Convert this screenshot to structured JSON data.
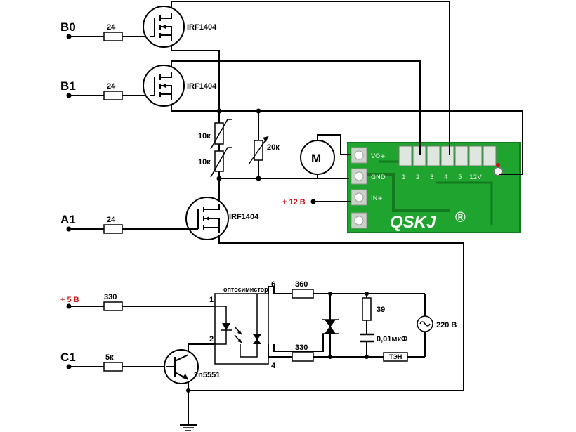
{
  "inputs": {
    "b0": "B0",
    "b1": "B1",
    "a1": "A1",
    "c1": "C1",
    "v5": "+ 5 В",
    "v12": "+ 12 В"
  },
  "resistors": {
    "r_b0": "24",
    "r_b1": "24",
    "r_a1": "24",
    "r_5v": "330",
    "r_c1": "5к",
    "r_10k_top": "10к",
    "r_10k_bottom": "10к",
    "r_20k": "20к",
    "r_360": "360",
    "r_330": "330",
    "r_39": "39"
  },
  "transistors": {
    "q_b0": "IRF1404",
    "q_b1": "IRF1404",
    "q_a1": "IRF1404",
    "q_c1": "2n5551"
  },
  "optocoupler": {
    "label": "оптосимистор",
    "pin1": "1",
    "pin2": "2",
    "pin4": "4",
    "pin6": "6"
  },
  "components": {
    "motor": "M",
    "capacitor": "0,01мкФ",
    "mains": "220 В",
    "heater": "ТЭН"
  },
  "board": {
    "logo": "QSKJ",
    "registered": "®",
    "pad_labels": [
      "VO+",
      "GND",
      "IN+"
    ],
    "top_pads": [
      "1",
      "2",
      "3",
      "4",
      "5",
      "12V"
    ]
  },
  "colors": {
    "wire": "#000000",
    "label_red": "#cc1111",
    "pcb_green": "#1fa52f",
    "pcb_edge": "#137a1f"
  }
}
